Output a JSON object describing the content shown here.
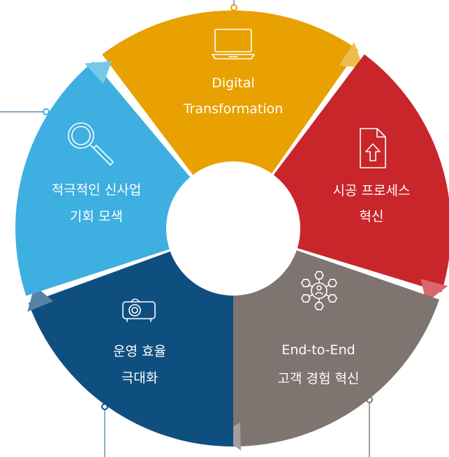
{
  "segments": [
    {
      "id": "digital",
      "line1": "Digital",
      "line2": "Transformation",
      "color": "#E8A100",
      "icon": "laptop-icon"
    },
    {
      "id": "construction",
      "line1": "시공 프로세스",
      "line2": "혁신",
      "color": "#C8262B",
      "icon": "document-upload-icon"
    },
    {
      "id": "customer",
      "line1": "End-to-End",
      "line2": "고객 경험 혁신",
      "color": "#7E7470",
      "icon": "network-people-icon"
    },
    {
      "id": "operation",
      "line1": "운영 효율",
      "line2": "극대화",
      "color": "#0F4F80",
      "icon": "projector-icon"
    },
    {
      "id": "business",
      "line1": "적극적인 신사업",
      "line2": "기회 모색",
      "color": "#3DAFE0",
      "icon": "magnifier-icon"
    }
  ]
}
